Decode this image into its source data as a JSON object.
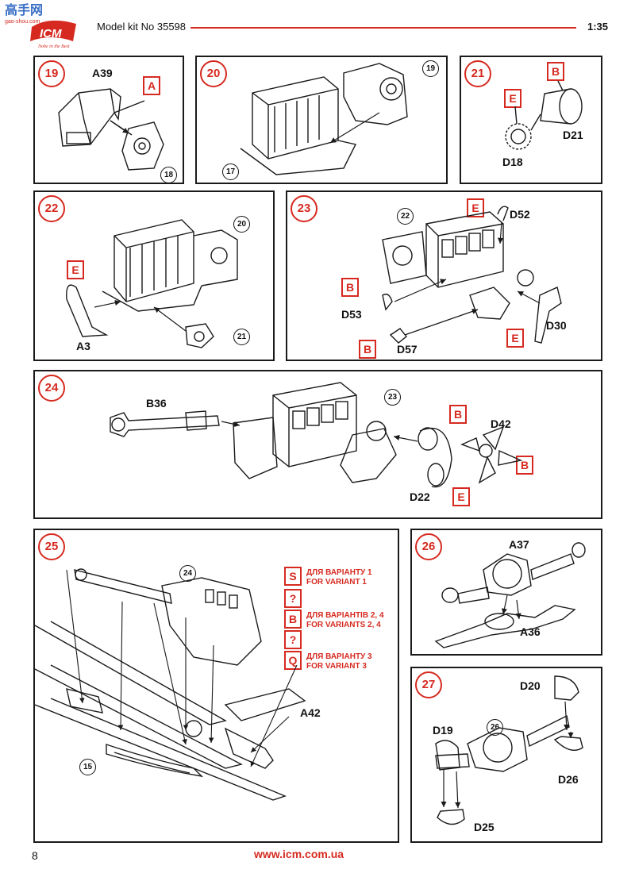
{
  "header": {
    "site_brand": "高手网",
    "site_url": "gao-shou.com",
    "logo_text": "ICM",
    "logo_slogan": "Nobe in the Best",
    "title": "Model kit No 35598",
    "scale": "1:35"
  },
  "steps": {
    "s19": {
      "number": "19",
      "part_main": "A39",
      "tag": "A",
      "ref": "18"
    },
    "s20": {
      "number": "20",
      "ref_top": "19",
      "ref_bottom": "17"
    },
    "s21": {
      "number": "21",
      "tag_b": "B",
      "tag_e": "E",
      "part_1": "D21",
      "part_2": "D18"
    },
    "s22": {
      "number": "22",
      "ref_top": "20",
      "ref_bottom": "21",
      "tag": "E",
      "part": "A3"
    },
    "s23": {
      "number": "23",
      "ref": "22",
      "tag_e1": "E",
      "part_d52": "D52",
      "tag_b1": "B",
      "part_d53": "D53",
      "tag_b2": "B",
      "part_d57": "D57",
      "part_d30": "D30",
      "tag_e2": "E"
    },
    "s24": {
      "number": "24",
      "part_b36": "B36",
      "ref": "23",
      "tag_b1": "B",
      "part_d42": "D42",
      "tag_b2": "B",
      "part_d22": "D22",
      "tag_e": "E"
    },
    "s25": {
      "number": "25",
      "ref_top": "24",
      "ref_bottom": "15",
      "part": "A42",
      "legend": [
        {
          "tag": "S",
          "line1": "ДЛЯ ВАРІАНТУ 1",
          "line2": "FOR VARIANT 1"
        },
        {
          "tag": "?",
          "line1": "",
          "line2": ""
        },
        {
          "tag": "B",
          "line1": "ДЛЯ ВАРІАНТІВ 2, 4",
          "line2": "FOR VARIANTS 2, 4"
        },
        {
          "tag": "?",
          "line1": "",
          "line2": ""
        },
        {
          "tag": "Q",
          "line1": "ДЛЯ ВАРІАНТУ 3",
          "line2": "FOR VARIANT 3"
        }
      ]
    },
    "s26": {
      "number": "26",
      "part_1": "A37",
      "part_2": "A36"
    },
    "s27": {
      "number": "27",
      "ref": "26",
      "part_d20": "D20",
      "part_d19": "D19",
      "part_d26": "D26",
      "part_d25": "D25"
    }
  },
  "footer": {
    "page": "8",
    "url": "www.icm.com.ua"
  },
  "colors": {
    "accent": "#d62a20",
    "line": "#1a1a1a"
  }
}
